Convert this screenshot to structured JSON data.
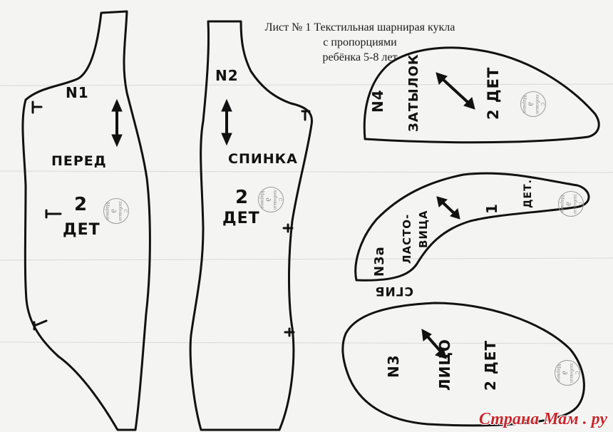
{
  "header": {
    "line1": "Лист № 1 Текстильная шарнирая кукла",
    "line2": "с пропорциями",
    "line3": "ребёнка 5-8 лет"
  },
  "pieces": {
    "front": {
      "number": "N1",
      "name": "ПЕРЕД",
      "count": "2",
      "count_unit": "ДЕТ"
    },
    "back": {
      "number": "N2",
      "name": "СПИНКА",
      "count": "2",
      "count_unit": "ДЕТ"
    },
    "nape": {
      "number": "N4",
      "name": "ЗАТЫЛОК",
      "count": "2 ДЕТ"
    },
    "gusset": {
      "number": "N3а",
      "name_line1": "ЛАСТО-",
      "name_line2": "ВИЦА",
      "count": "1",
      "count_unit": "ДЕТ.",
      "fold": "СГИБ"
    },
    "face": {
      "number": "N3",
      "name": "ЛИЦО",
      "count": "2 ДЕТ"
    }
  },
  "stamp": {
    "top": "С любовью",
    "middle": "∂",
    "bottom": "Мармеа"
  },
  "watermark": "Страна Мам . ру",
  "colors": {
    "ink": "#111111",
    "paper": "#f4f4f2",
    "watermark": "#c8282c"
  }
}
